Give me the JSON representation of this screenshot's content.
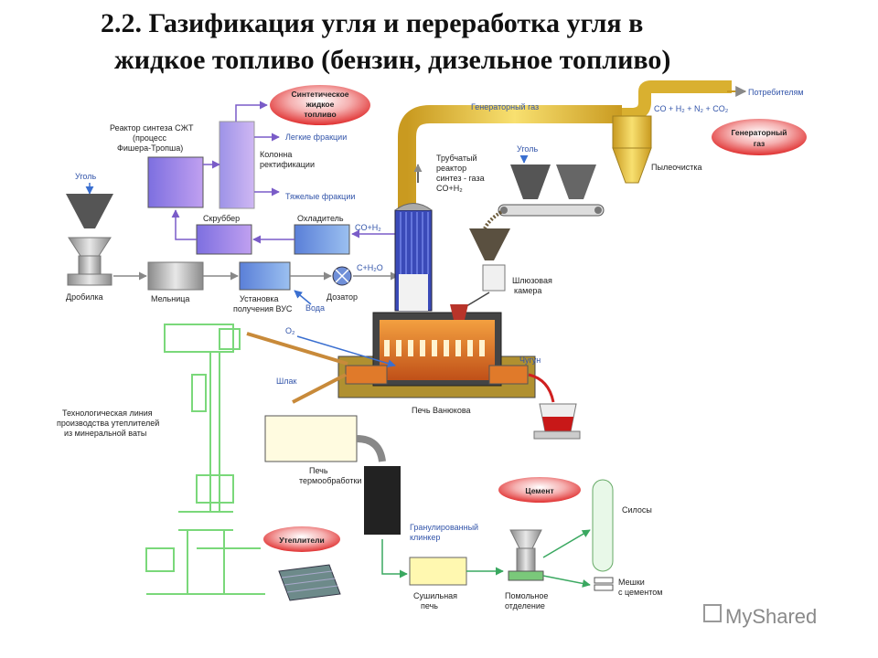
{
  "title": {
    "line1": "2.2. Газификация угля и переработка угля в",
    "line2": "жидкое топливо (бензин, дизельное топливо)"
  },
  "ovals": {
    "synthetic_fuel": [
      "Синтетическое",
      "жидкое",
      "топливо"
    ],
    "generator_gas": [
      "Генераторный",
      "газ"
    ],
    "cement": "Цемент",
    "insulation": "Утеплители"
  },
  "labels": {
    "fischer_tropsch": [
      "Реактор синтеза СЖТ",
      "(процесс",
      "Фишера-Тропша)"
    ],
    "light_fractions": "Легкие фракции",
    "column": [
      "Колонна",
      "ректификации"
    ],
    "heavy_fractions": "Тяжелые фракции",
    "coal_left": "Уголь",
    "scrubber": "Скруббер",
    "cooler": "Охладитель",
    "co_h2_left": "CO+H₂",
    "crusher": "Дробилка",
    "mill": "Мельница",
    "vus": [
      "Установка",
      "получения ВУС"
    ],
    "water": "Вода",
    "c_h2o": "C+H₂O",
    "doser": "Дозатор",
    "generator_gas_line": "Генераторный газ",
    "consumers": "Потребителям",
    "gas_composition": "CO + H₂ + N₂ + CO₂",
    "tube_reactor": [
      "Трубчатый",
      "реактор",
      "синтез - газа",
      "CO+H₂"
    ],
    "coal_top": "Уголь",
    "dust_cleaning": "Пылеочистка",
    "lock_chamber": [
      "Шлюзовая",
      "камера"
    ],
    "o2": "O₂",
    "slag": "Шлак",
    "cast_iron": "Чугун",
    "vanyukov_furnace": "Печь Ванюкова",
    "tech_line": [
      "Технологическая линия",
      "производства утеплителей",
      "из минеральной ваты"
    ],
    "heat_furnace": [
      "Печь",
      "термообработки"
    ],
    "granulated_clinker": [
      "Гранулированный",
      "клинкер"
    ],
    "silos": "Силосы",
    "drying_furnace": [
      "Сушильная",
      "печь"
    ],
    "grinding": [
      "Помольное",
      "отделение"
    ],
    "bags": [
      "Мешки",
      "с цементом"
    ]
  },
  "watermark": "MyShared",
  "colors": {
    "purple": "#9a7fd8",
    "blue_box": "#6f8fd8",
    "pipe_yellow": "#f0c83a",
    "furnace_orange": "#e07a2a",
    "red_oval": "#e8393a",
    "green_line": "#7ad87a",
    "label_blue": "#3355aa"
  }
}
